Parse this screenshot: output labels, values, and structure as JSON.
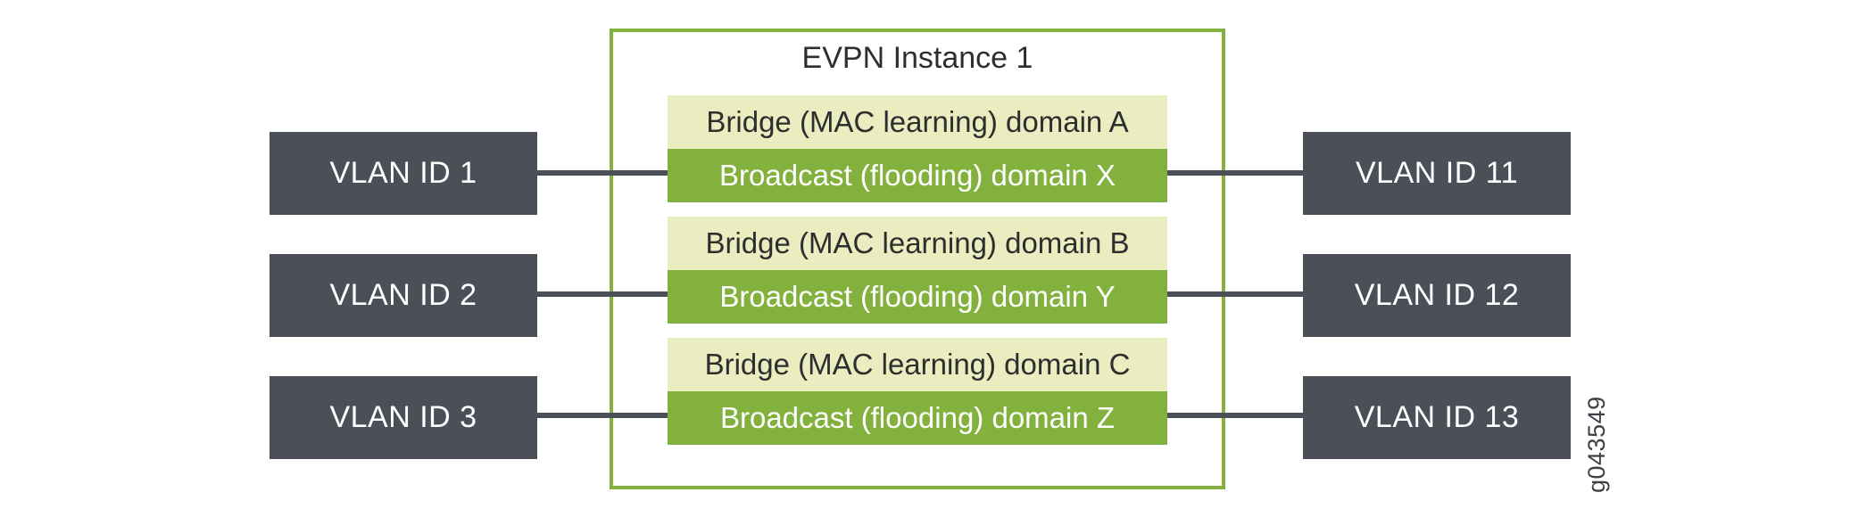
{
  "colors": {
    "slate": "#4b5058",
    "green": "#82b23d",
    "light_green": "#eaedbf",
    "dark_text": "#2e2e2e",
    "light_text": "#ffffff",
    "figure_id_text": "#3d4046"
  },
  "diagram": {
    "figure_id": "g043549",
    "evpn_instance": {
      "title": "EVPN Instance 1",
      "domains": [
        {
          "bridge_label": "Bridge (MAC learning) domain A",
          "broadcast_label": "Broadcast (flooding) domain X"
        },
        {
          "bridge_label": "Bridge (MAC learning) domain B",
          "broadcast_label": "Broadcast (flooding) domain Y"
        },
        {
          "bridge_label": "Bridge (MAC learning) domain C",
          "broadcast_label": "Broadcast (flooding) domain Z"
        }
      ]
    },
    "left_vlans": [
      {
        "label": "VLAN ID 1"
      },
      {
        "label": "VLAN ID 2"
      },
      {
        "label": "VLAN ID 3"
      }
    ],
    "right_vlans": [
      {
        "label": "VLAN ID 11"
      },
      {
        "label": "VLAN ID 12"
      },
      {
        "label": "VLAN ID 13"
      }
    ]
  }
}
